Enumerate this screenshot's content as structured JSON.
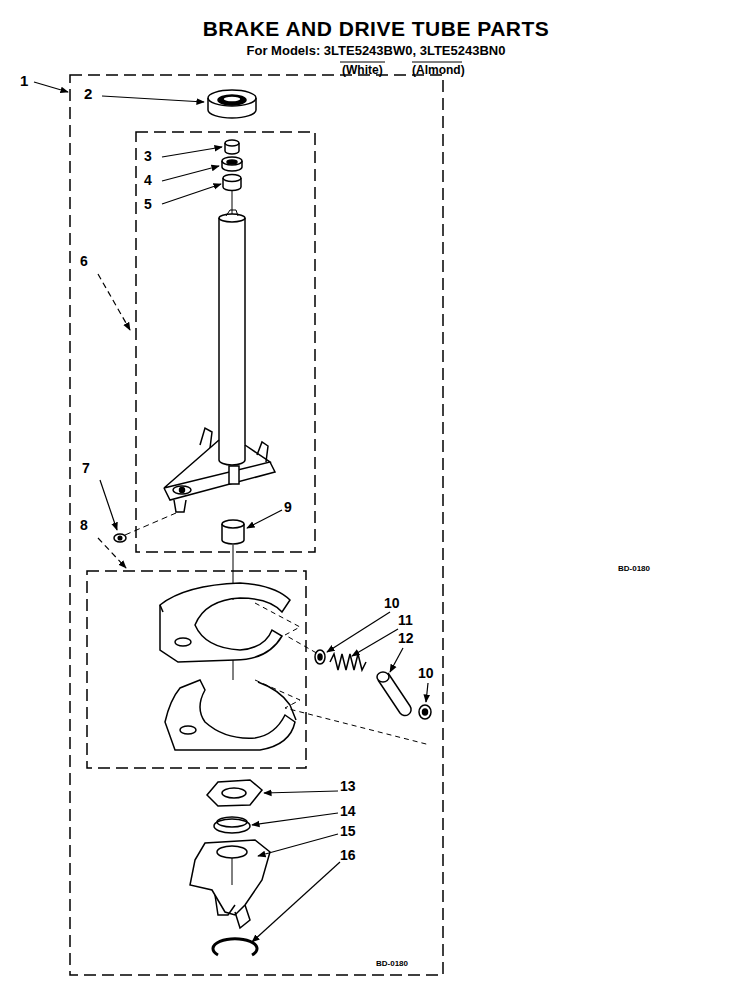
{
  "diagram": {
    "title": "BRAKE AND DRIVE TUBE PARTS",
    "labels": [
      "For Models: 3LTE5243BW0, 3LTE5243BN0",
      "(White)",
      "(Almond)",
      "1",
      "2",
      "3",
      "4",
      "5",
      "6",
      "7",
      "8",
      "9",
      "10",
      "11",
      "12",
      "10",
      "13",
      "14",
      "15",
      "16",
      "BD-0180",
      "BD-0180"
    ]
  }
}
